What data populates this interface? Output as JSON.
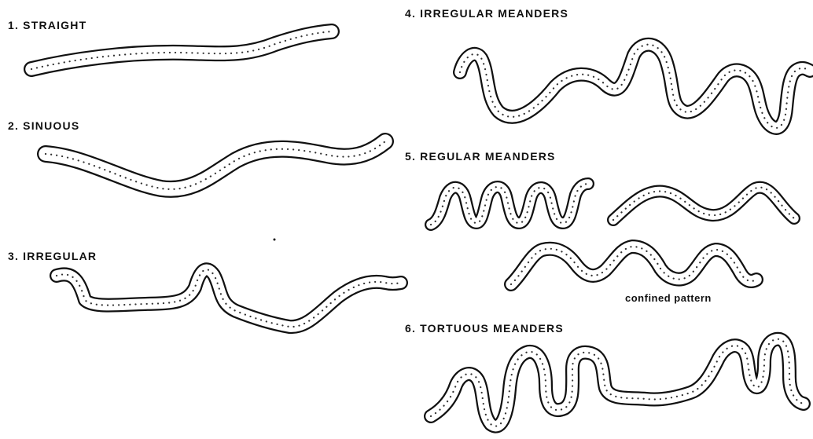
{
  "labels": {
    "straight": "1. STRAIGHT",
    "sinuous": "2. SINUOUS",
    "irregular": "3. IRREGULAR",
    "irregular_meanders": "4. IRREGULAR MEANDERS",
    "regular_meanders": "5. REGULAR MEANDERS",
    "confined_pattern": "confined pattern",
    "tortuous_meanders": "6. TORTUOUS MEANDERS"
  },
  "colors": {
    "ink": "#111111",
    "stipple": "#333333",
    "background": "#ffffff"
  }
}
